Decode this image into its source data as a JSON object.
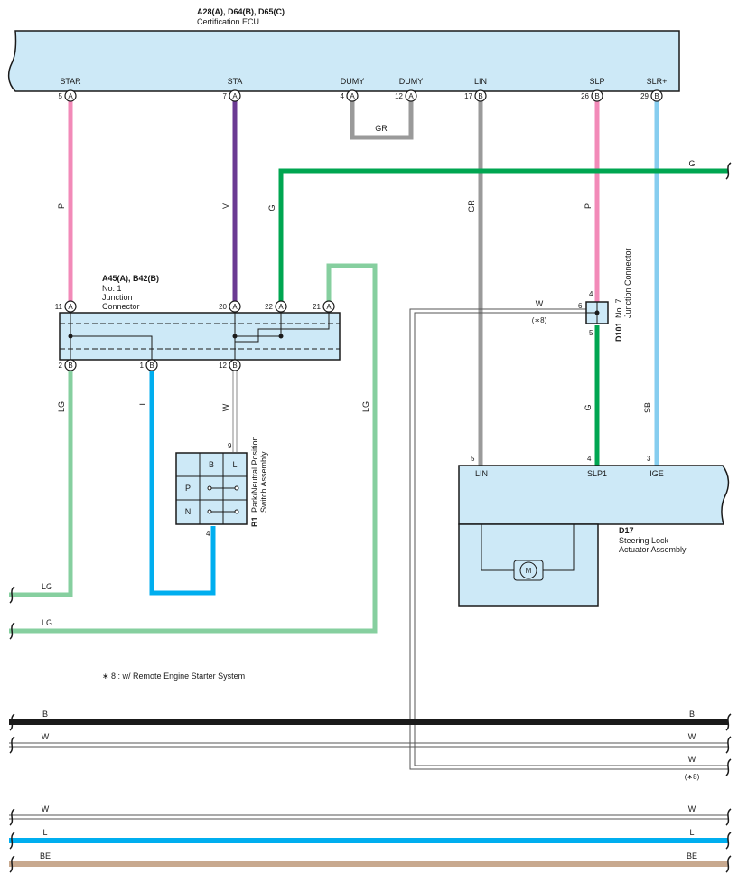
{
  "ecu": {
    "codes": "A28(A), D64(B), D65(C)",
    "name": "Certification ECU",
    "terminals": [
      {
        "name": "STAR",
        "pin": "5",
        "conn": "A"
      },
      {
        "name": "STA",
        "pin": "7",
        "conn": "A"
      },
      {
        "name": "DUMY",
        "pin": "4",
        "conn": "A"
      },
      {
        "name": "DUMY",
        "pin": "12",
        "conn": "A"
      },
      {
        "name": "LIN",
        "pin": "17",
        "conn": "B"
      },
      {
        "name": "SLP",
        "pin": "26",
        "conn": "B"
      },
      {
        "name": "SLR+",
        "pin": "29",
        "conn": "B"
      }
    ]
  },
  "junction1": {
    "codes": "A45(A), B42(B)",
    "line1": "No.  1",
    "line2": "Junction",
    "line3": "Connector",
    "top_pins": [
      {
        "pin": "11",
        "conn": "A"
      },
      {
        "pin": "20",
        "conn": "A"
      },
      {
        "pin": "22",
        "conn": "A"
      },
      {
        "pin": "21",
        "conn": "A"
      }
    ],
    "bottom_pins": [
      {
        "pin": "2",
        "conn": "B"
      },
      {
        "pin": "1",
        "conn": "B"
      },
      {
        "pin": "12",
        "conn": "B"
      }
    ]
  },
  "switch": {
    "code": "B1",
    "line1": "Park/Neutral Position",
    "line2": "Switch Assembly",
    "cell_b": "B",
    "cell_l": "L",
    "cell_p": "P",
    "cell_n": "N",
    "pin_top": "9",
    "pin_bottom": "4"
  },
  "junction7": {
    "code": "D101",
    "line1": "No. 7",
    "line2": "Junction Connector",
    "pin_top": "4",
    "pin_left": "6",
    "pin_bottom": "5"
  },
  "actuator": {
    "code": "D17",
    "line1": "Steering Lock",
    "line2": "Actuator Assembly",
    "terminals": [
      {
        "name": "LIN",
        "pin": "5"
      },
      {
        "name": "SLP1",
        "pin": "4"
      },
      {
        "name": "IGE",
        "pin": "3"
      }
    ],
    "motor": "M"
  },
  "wire_labels": {
    "star": "P",
    "sta": "V",
    "dumy": "GR",
    "lin": "GR",
    "slp": "P",
    "green_vertical": "G",
    "green_top": "G",
    "lg_right": "LG",
    "jc_w": "W",
    "jc_note": "(∗8)",
    "lg_left": "LG",
    "l_left": "L",
    "w_switch": "W",
    "g_slp1": "G",
    "sb_ige": "SB",
    "lg_bottom1": "LG",
    "lg_bottom2": "LG"
  },
  "note": "∗ 8 : w/ Remote Engine Starter System",
  "bus": {
    "b_left": "B",
    "b_right": "B",
    "w1_left": "W",
    "w1_right": "W",
    "w2_right": "W",
    "w2_note": "(∗8)",
    "w3_left": "W",
    "w3_right": "W",
    "l_left": "L",
    "l_right": "L",
    "be_left": "BE",
    "be_right": "BE"
  },
  "colors": {
    "pink": "#f28ab8",
    "violet": "#6b3a93",
    "gray": "#9a9a9a",
    "green": "#00a651",
    "light_green": "#86cf9f",
    "light_blue": "#86cdef",
    "blue": "#00aeef",
    "black": "#1a1a1a",
    "beige": "#c8a98f",
    "box_fill": "#cde9f7"
  }
}
